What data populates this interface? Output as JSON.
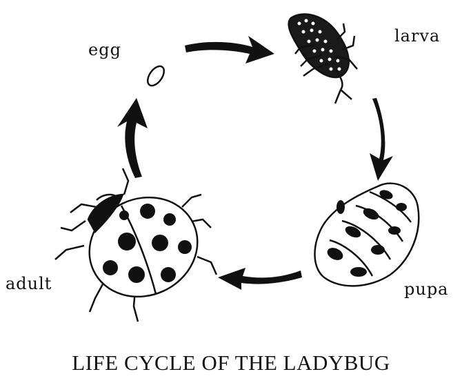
{
  "stages": {
    "egg": "egg",
    "larva": "larva",
    "pupa": "pupa",
    "adult": "adult"
  },
  "caption": "LIFE CYCLE OF THE LADYBUG"
}
